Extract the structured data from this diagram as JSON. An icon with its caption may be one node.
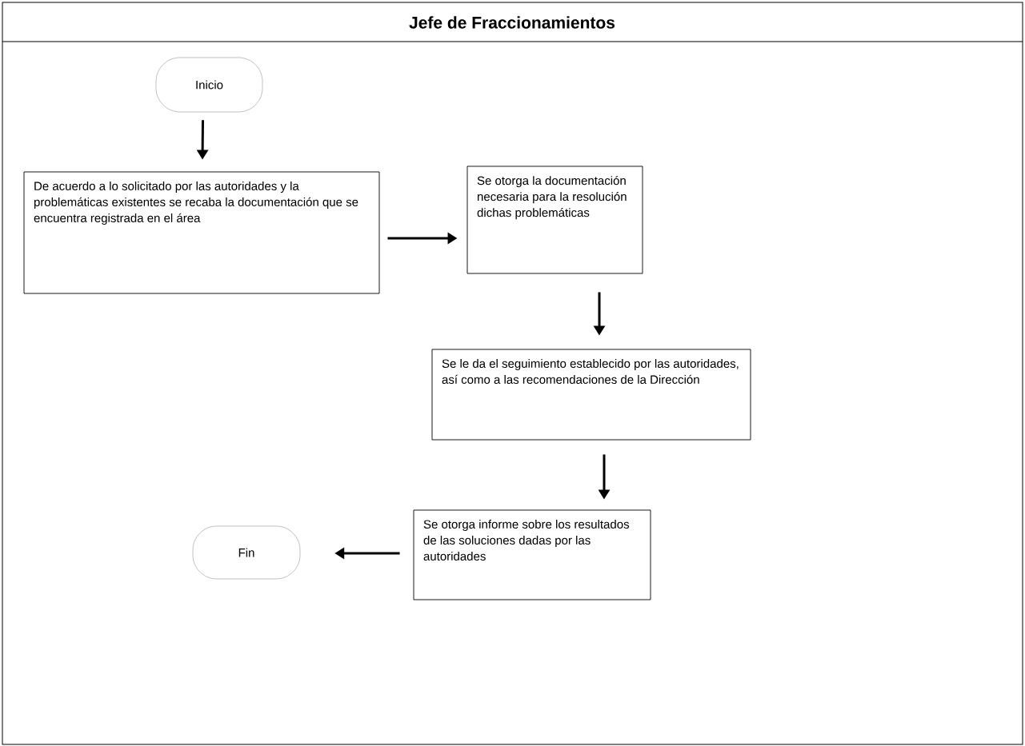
{
  "diagram": {
    "title": "Jefe de Fraccionamientos",
    "nodes": [
      {
        "text": [
          "Inicio"
        ]
      },
      {
        "text": [
          "De acuerdo a lo solicitado por las autoridades y la problemáticas existentes se recaba la documentación que se encuentra registrada en el área"
        ]
      },
      {
        "text": [
          "Se otorga la documentación necesaria para la resolución dichas problemáticas"
        ]
      },
      {
        "text": [
          "Se le da el seguimiento establecido por las autoridades, así como a las recomendaciones de la Dirección"
        ]
      },
      {
        "text": [
          "Se otorga  informe sobre los resultados de las soluciones dadas por las autoridades"
        ]
      },
      {
        "text": [
          "Fin"
        ]
      }
    ],
    "edges": [
      {
        "from": 0,
        "to": 1,
        "arrow": "to"
      },
      {
        "from": 1,
        "to": 2,
        "arrow": "to"
      },
      {
        "from": 2,
        "to": 3,
        "arrow": "to"
      },
      {
        "from": 3,
        "to": 4,
        "arrow": "to"
      },
      {
        "from": 4,
        "to": 5,
        "arrow": "to"
      }
    ]
  }
}
